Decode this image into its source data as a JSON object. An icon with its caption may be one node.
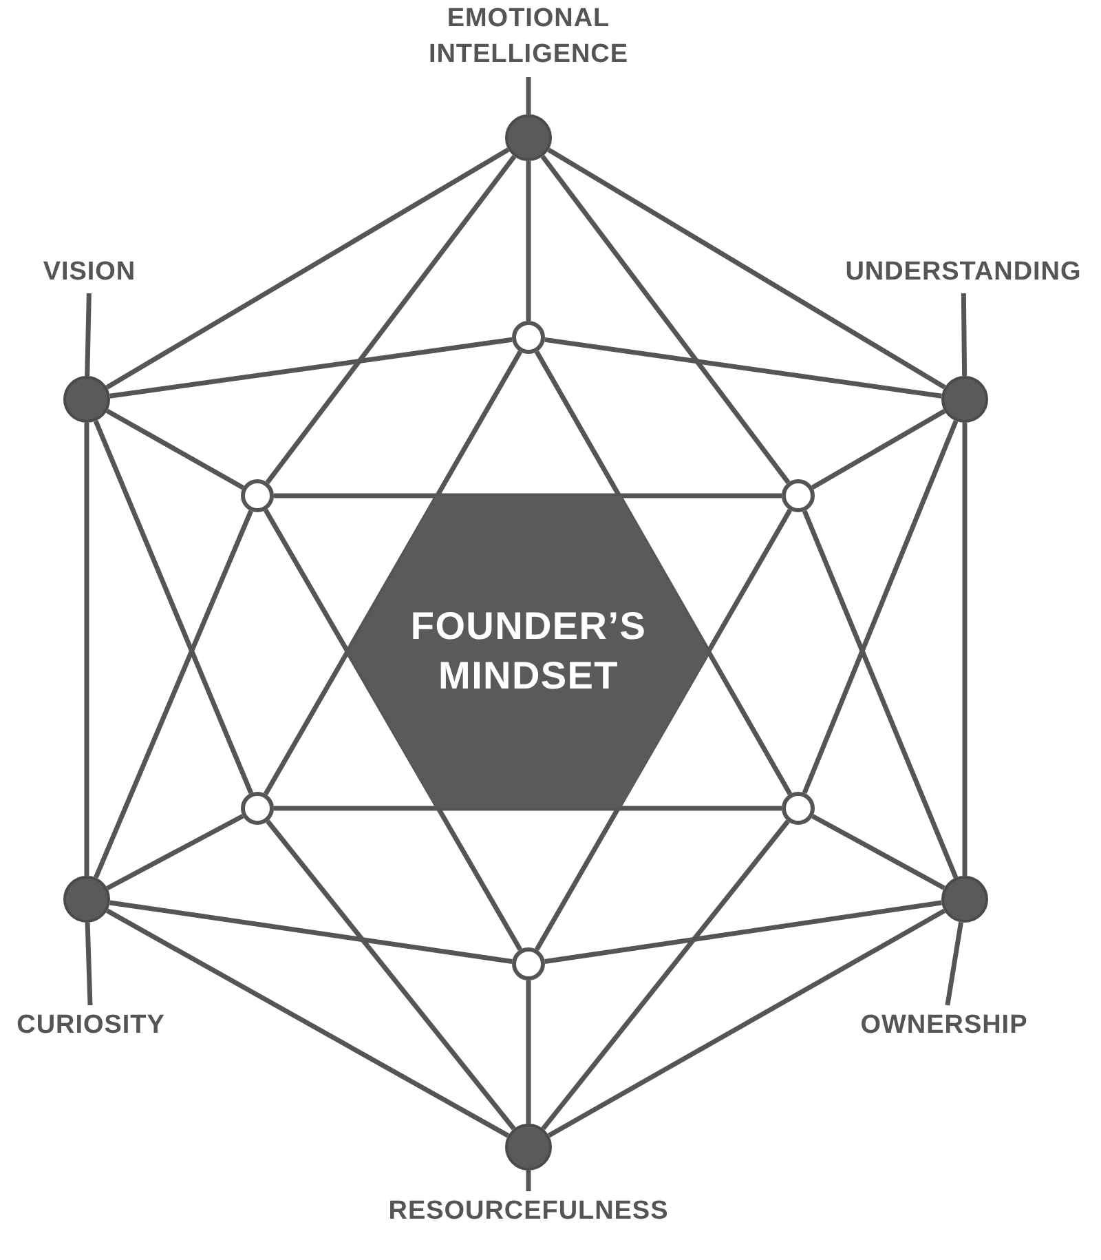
{
  "diagram": {
    "nodes": [
      {
        "text": [
          "EMOTIONAL INTELLIGENCE"
        ]
      },
      {
        "text": [],
        "shape": "circle"
      },
      {
        "text": [
          "VISION"
        ]
      },
      {
        "text": [
          "UNDERSTANDING"
        ]
      },
      {
        "text": [],
        "shape": "circle"
      },
      {
        "text": [],
        "shape": "circle"
      },
      {
        "text": [],
        "shape": "circle"
      },
      {
        "text": [],
        "shape": "circle"
      },
      {
        "text": [],
        "shape": "circle"
      },
      {
        "text": [
          "FOUNDER’S MINDSET"
        ]
      },
      {
        "text": [],
        "shape": "circle"
      },
      {
        "text": [],
        "shape": "circle"
      },
      {
        "text": [],
        "shape": "circle"
      },
      {
        "text": [],
        "shape": "circle"
      },
      {
        "text": [],
        "shape": "circle"
      },
      {
        "text": [
          "CURIOSITY"
        ]
      },
      {
        "text": [
          "OWNERSHIP"
        ]
      },
      {
        "text": [],
        "shape": "circle"
      },
      {
        "text": [
          "RESOURCEFULNESS"
        ]
      }
    ],
    "edges": [
      {
        "from": 0,
        "to": 1,
        "arrow": "none"
      },
      {
        "from": 2,
        "to": 4,
        "arrow": "none"
      },
      {
        "from": 3,
        "to": 6,
        "arrow": "none"
      },
      {
        "from": 15,
        "to": 12,
        "arrow": "none"
      },
      {
        "from": 16,
        "to": 13,
        "arrow": "none"
      },
      {
        "from": 18,
        "to": 17,
        "arrow": "none"
      },
      {
        "from": 1,
        "to": 4,
        "arrow": "none"
      },
      {
        "from": 1,
        "to": 6,
        "arrow": "none"
      },
      {
        "from": 6,
        "to": 13,
        "arrow": "none"
      },
      {
        "from": 13,
        "to": 17,
        "arrow": "none"
      },
      {
        "from": 17,
        "to": 12,
        "arrow": "none"
      },
      {
        "from": 12,
        "to": 4,
        "arrow": "none"
      },
      {
        "from": 1,
        "to": 5,
        "arrow": "none"
      },
      {
        "from": 1,
        "to": 7,
        "arrow": "none"
      },
      {
        "from": 1,
        "to": 8,
        "arrow": "none"
      },
      {
        "from": 4,
        "to": 5,
        "arrow": "none"
      },
      {
        "from": 4,
        "to": 7,
        "arrow": "none"
      },
      {
        "from": 4,
        "to": 10,
        "arrow": "none"
      },
      {
        "from": 12,
        "to": 7,
        "arrow": "none"
      },
      {
        "from": 12,
        "to": 10,
        "arrow": "none"
      },
      {
        "from": 12,
        "to": 14,
        "arrow": "none"
      },
      {
        "from": 17,
        "to": 10,
        "arrow": "none"
      },
      {
        "from": 17,
        "to": 14,
        "arrow": "none"
      },
      {
        "from": 17,
        "to": 11,
        "arrow": "none"
      },
      {
        "from": 13,
        "to": 14,
        "arrow": "none"
      },
      {
        "from": 13,
        "to": 11,
        "arrow": "none"
      },
      {
        "from": 13,
        "to": 8,
        "arrow": "none"
      },
      {
        "from": 6,
        "to": 11,
        "arrow": "none"
      },
      {
        "from": 6,
        "to": 8,
        "arrow": "none"
      },
      {
        "from": 6,
        "to": 5,
        "arrow": "none"
      },
      {
        "from": 7,
        "to": 8,
        "arrow": "none"
      },
      {
        "from": 7,
        "to": 14,
        "arrow": "none"
      },
      {
        "from": 8,
        "to": 14,
        "arrow": "none"
      },
      {
        "from": 5,
        "to": 10,
        "arrow": "none"
      },
      {
        "from": 5,
        "to": 11,
        "arrow": "none"
      },
      {
        "from": 10,
        "to": 11,
        "arrow": "none"
      }
    ]
  }
}
